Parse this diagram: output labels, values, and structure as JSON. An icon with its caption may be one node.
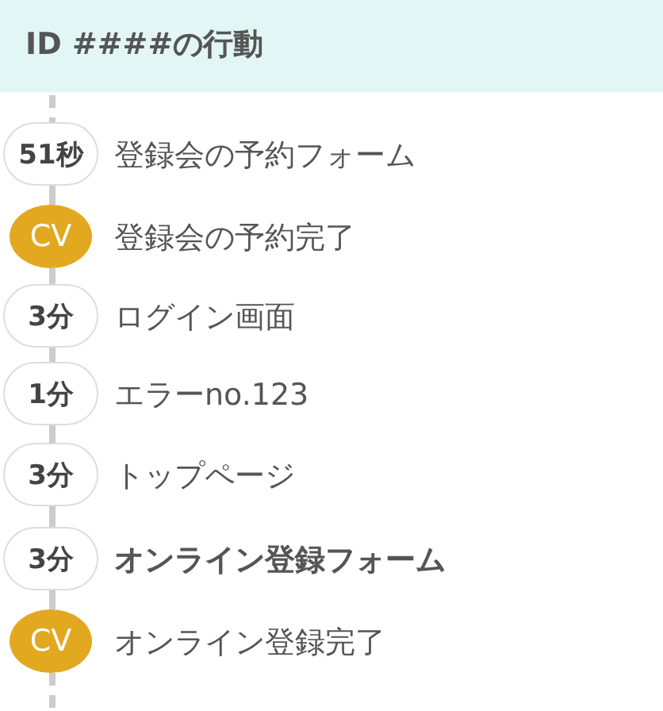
{
  "diagram": {
    "title": "ID ####の行動",
    "nodes": [
      {
        "text": [
          "51秒"
        ],
        "beside": [
          "登録会の予約フォーム"
        ]
      },
      {
        "text": [
          "CV"
        ],
        "beside": [
          "登録会の予約完了"
        ]
      },
      {
        "text": [
          "3分"
        ],
        "beside": [
          "ログイン画面"
        ]
      },
      {
        "text": [
          "1分"
        ],
        "beside": [
          "エラーno.123"
        ]
      },
      {
        "text": [
          "3分"
        ],
        "beside": [
          "トップページ"
        ]
      },
      {
        "text": [
          "3分"
        ],
        "beside": [
          "オンライン登録フォーム"
        ]
      },
      {
        "text": [
          "CV"
        ],
        "beside": [
          "オンライン登録完了"
        ]
      }
    ],
    "edges": [
      {
        "from": null,
        "to": 0,
        "arrow": "none",
        "style": "dashed"
      },
      {
        "from": 0,
        "to": 1,
        "arrow": "none"
      },
      {
        "from": 1,
        "to": 2,
        "arrow": "none"
      },
      {
        "from": 2,
        "to": 3,
        "arrow": "none"
      },
      {
        "from": 3,
        "to": 4,
        "arrow": "none"
      },
      {
        "from": 4,
        "to": 5,
        "arrow": "none"
      },
      {
        "from": 5,
        "to": 6,
        "arrow": "none"
      },
      {
        "from": 6,
        "to": null,
        "arrow": "none",
        "style": "dashed"
      }
    ]
  }
}
